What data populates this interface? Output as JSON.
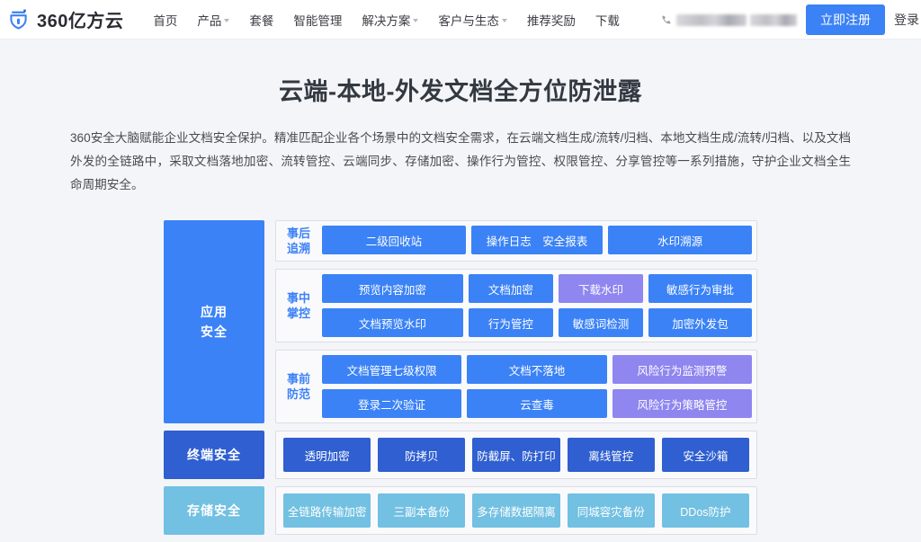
{
  "nav": {
    "brand": "360亿方云",
    "logo_icon": "shield-cloud-logo-icon",
    "items": [
      {
        "label": "首页",
        "caret": false
      },
      {
        "label": "产品",
        "caret": true
      },
      {
        "label": "套餐",
        "caret": false
      },
      {
        "label": "智能管理",
        "caret": false
      },
      {
        "label": "解决方案",
        "caret": true
      },
      {
        "label": "客户与生态",
        "caret": true
      },
      {
        "label": "推荐奖励",
        "caret": false
      },
      {
        "label": "下载",
        "caret": false
      }
    ],
    "phone_icon": "phone-icon",
    "phone_redacted": true,
    "register_label": "立即注册",
    "login_label": "登录"
  },
  "hero": {
    "title": "云端-本地-外发文档全方位防泄露",
    "description": "360安全大脑赋能企业文档安全保护。精准匹配企业各个场景中的文档安全需求，在云端文档生成/流转/归档、本地文档生成/流转/归档、以及文档外发的全链路中，采取文档落地加密、流转管控、云端同步、存储加密、操作行为管控、权限管控、分享管控等一系列措施，守护企业文档全生命周期安全。"
  },
  "colors": {
    "brand_blue": "#3b82f6",
    "deep_blue": "#2f5fd0",
    "light_blue": "#72c0e2",
    "purple": "#8f86f0",
    "page_bg": "#f4f5f9",
    "group_bg": "#fafafc",
    "group_border": "#dddde3"
  },
  "diagram": {
    "app_security": {
      "label": "应用\n安全",
      "label_line1": "应用",
      "label_line2": "安全",
      "groups": [
        {
          "label_line1": "事后",
          "label_line2": "追溯",
          "rows": [
            [
              {
                "text": "二级回收站",
                "color": "blue",
                "weight": "w12"
              },
              {
                "text": "操作日志　安全报表",
                "color": "blue",
                "weight": "w11"
              },
              {
                "text": "水印溯源",
                "color": "blue",
                "weight": "w12"
              }
            ]
          ]
        },
        {
          "label_line1": "事中",
          "label_line2": "掌控",
          "rows": [
            [
              {
                "text": "预览内容加密",
                "color": "blue",
                "weight": "w15"
              },
              {
                "text": "文档加密",
                "color": "blue",
                "weight": "w09"
              },
              {
                "text": "下载水印",
                "color": "purple",
                "weight": "w09"
              },
              {
                "text": "敏感行为审批",
                "color": "blue",
                "weight": "w11"
              }
            ],
            [
              {
                "text": "文档预览水印",
                "color": "blue",
                "weight": "w15"
              },
              {
                "text": "行为管控",
                "color": "blue",
                "weight": "w09"
              },
              {
                "text": "敏感词检测",
                "color": "blue",
                "weight": "w09"
              },
              {
                "text": "加密外发包",
                "color": "blue",
                "weight": "w11"
              }
            ]
          ]
        },
        {
          "label_line1": "事前",
          "label_line2": "防范",
          "rows": [
            [
              {
                "text": "文档管理七级权限",
                "color": "blue",
                "weight": "w1"
              },
              {
                "text": "文档不落地",
                "color": "blue",
                "weight": "w1"
              },
              {
                "text": "风险行为监测预警",
                "color": "purple",
                "weight": "w1"
              }
            ],
            [
              {
                "text": "登录二次验证",
                "color": "blue",
                "weight": "w1"
              },
              {
                "text": "云查毒",
                "color": "blue",
                "weight": "w1"
              },
              {
                "text": "风险行为策略管控",
                "color": "purple",
                "weight": "w1"
              }
            ]
          ]
        }
      ]
    },
    "terminal_security": {
      "label": "终端安全",
      "chips": [
        {
          "text": "透明加密",
          "color": "deep"
        },
        {
          "text": "防拷贝",
          "color": "deep"
        },
        {
          "text": "防截屏、防打印",
          "color": "deep"
        },
        {
          "text": "离线管控",
          "color": "deep"
        },
        {
          "text": "安全沙箱",
          "color": "deep"
        }
      ]
    },
    "storage_security": {
      "label": "存储安全",
      "chips": [
        {
          "text": "全链路传输加密",
          "color": "lightblue"
        },
        {
          "text": "三副本备份",
          "color": "lightblue"
        },
        {
          "text": "多存储数据隔离",
          "color": "lightblue"
        },
        {
          "text": "同城容灾备份",
          "color": "lightblue"
        },
        {
          "text": "DDos防护",
          "color": "lightblue"
        }
      ]
    }
  }
}
